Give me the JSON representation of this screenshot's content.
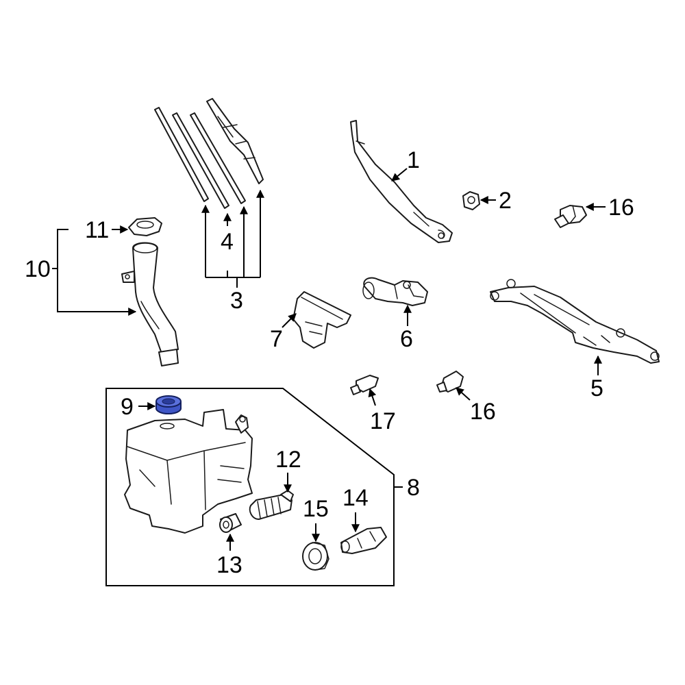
{
  "diagram": {
    "callouts": {
      "c1": "1",
      "c2": "2",
      "c3": "3",
      "c4": "4",
      "c5": "5",
      "c6": "6",
      "c7": "7",
      "c8": "8",
      "c9": "9",
      "c10": "10",
      "c11": "11",
      "c12": "12",
      "c13": "13",
      "c14": "14",
      "c15": "15",
      "c16a": "16",
      "c16b": "16",
      "c17": "17"
    },
    "colors": {
      "line": "#1a1a1a",
      "highlight_fill": "#3f56c7",
      "highlight_stroke": "#14205e",
      "background": "#ffffff"
    },
    "highlighted_part": "9"
  }
}
